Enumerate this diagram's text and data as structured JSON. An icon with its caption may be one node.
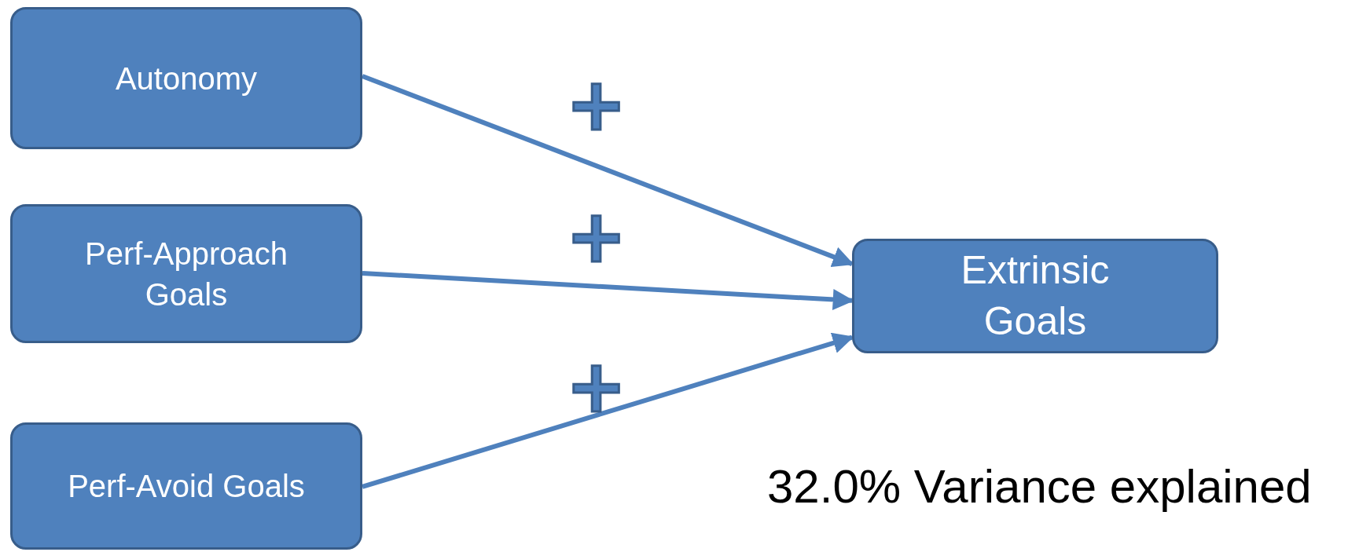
{
  "diagram": {
    "nodes": [
      {
        "text": [
          "Autonomy"
        ]
      },
      {
        "text": [
          "Perf-Approach Goals"
        ]
      },
      {
        "text": [
          "Perf-Avoid Goals"
        ]
      },
      {
        "text": [
          "Extrinsic Goals"
        ]
      }
    ],
    "edges": [
      {
        "from": 0,
        "to": 3,
        "arrow": "to",
        "label": "+"
      },
      {
        "from": 1,
        "to": 3,
        "arrow": "to",
        "label": "+"
      },
      {
        "from": 2,
        "to": 3,
        "arrow": "to",
        "label": "+"
      }
    ],
    "labels": [
      "32.0% Variance explained"
    ]
  }
}
